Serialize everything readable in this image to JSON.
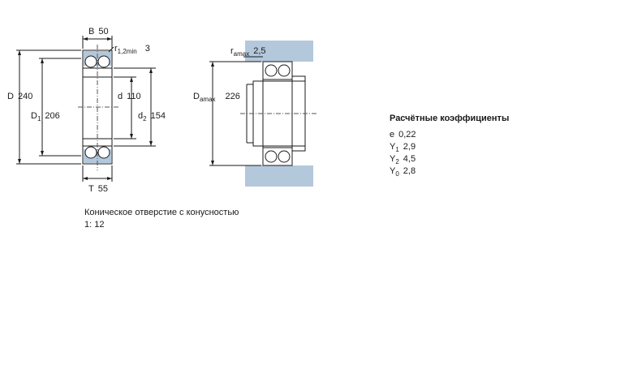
{
  "bearing": {
    "B": {
      "sym": "B",
      "val": "50"
    },
    "r12min": {
      "sym": "r",
      "sub": "1,2min",
      "val": "3"
    },
    "D": {
      "sym": "D",
      "val": "240"
    },
    "D1": {
      "sym": "D",
      "sub": "1",
      "val": "206"
    },
    "d": {
      "sym": "d",
      "val": "110"
    },
    "d2": {
      "sym": "d",
      "sub": "2",
      "val": "154"
    },
    "T": {
      "sym": "T",
      "val": "55"
    }
  },
  "mounting": {
    "ramax": {
      "sym": "r",
      "sub": "amax",
      "val": "2,5"
    },
    "Damax": {
      "sym": "D",
      "sub": "amax",
      "val": "226"
    }
  },
  "coefficients": {
    "title": "Расчётные коэффициенты",
    "items": [
      {
        "sym": "e",
        "sub": "",
        "val": "0,22"
      },
      {
        "sym": "Y",
        "sub": "1",
        "val": "2,9"
      },
      {
        "sym": "Y",
        "sub": "2",
        "val": "4,5"
      },
      {
        "sym": "Y",
        "sub": "0",
        "val": "2,8"
      }
    ]
  },
  "notes": {
    "taper": "Коническое отверстие с конусностью",
    "ratio": "1:  12"
  },
  "colors": {
    "housing": "#b4c8dc",
    "line": "#1a1a1a",
    "centerline": "#555555"
  }
}
